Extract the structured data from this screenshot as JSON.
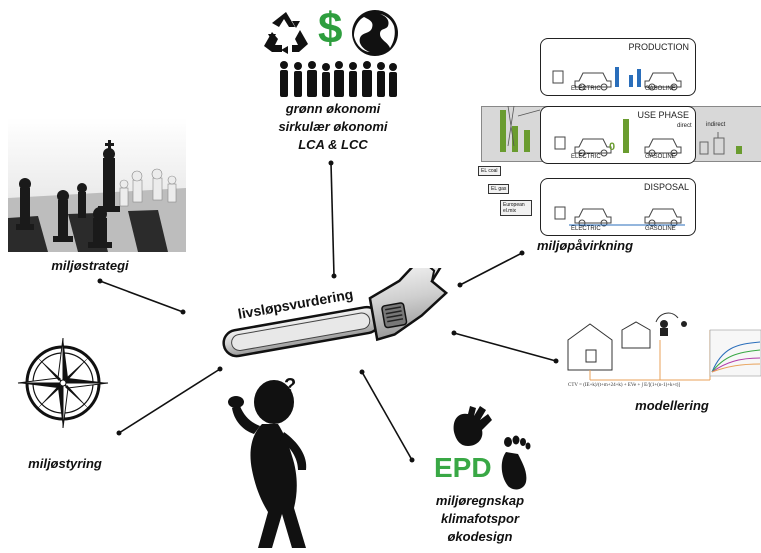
{
  "center": {
    "wrench_label": "livsløpsvurdering"
  },
  "nodes": {
    "strategy": "miljøstrategi",
    "steering": "miljøstyring",
    "economy_lines": [
      "grønn økonomi",
      "sirkulær økonomi",
      "LCA & LCC"
    ],
    "impact": "miljøpåvirkning",
    "modelling": "modellering",
    "epd_logo": "EPD",
    "accounting_lines": [
      "miljøregnskap",
      "klimafotspor",
      "økodesign"
    ]
  },
  "impact_panels": {
    "production": {
      "title": "PRODUCTION",
      "electric": "ELECTRIC",
      "gasoline": "GASOLINE"
    },
    "use_phase": {
      "title": "USE PHASE",
      "direct": "direct",
      "indirect": "indirect",
      "electric": "ELECTRIC",
      "gasoline": "GASOLINE",
      "zero": "0"
    },
    "disposal": {
      "title": "DISPOSAL",
      "electric": "ELECTRIC",
      "gasoline": "GASOLINE"
    },
    "mix_labels": [
      "EL coal",
      "EL gas",
      "European el.mix"
    ]
  },
  "icons": {
    "recycle": "recycle-icon",
    "dollar": "$",
    "globe": "globe-icon",
    "people": "crowd-icon",
    "compass": "compass-rose-icon",
    "chess": "chess-icon",
    "thinker": "thinking-person-icon",
    "question": "?"
  },
  "colors": {
    "dollar": "#2e9e3e",
    "epd": "#39a845",
    "bar_green": "#6a9c2f",
    "bar_blue": "#2a6ebb",
    "orange": "#e8a25a"
  }
}
